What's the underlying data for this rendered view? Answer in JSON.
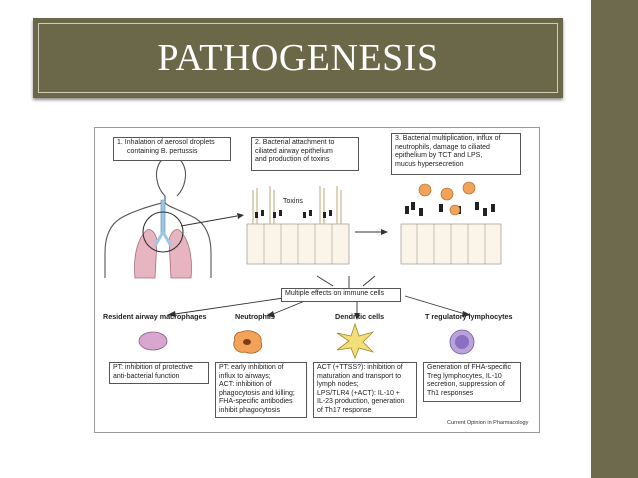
{
  "slide": {
    "title": "PATHOGENESIS"
  },
  "figure": {
    "steps": [
      {
        "lines": [
          "1. Inhalation of aerosol droplets",
          "containing B. pertussis"
        ]
      },
      {
        "lines": [
          "2. Bacterial attachment to",
          "ciliated airway epithelium",
          "and production of toxins"
        ]
      },
      {
        "lines": [
          "3. Bacterial multiplication, influx of",
          "neutrophils, damage to ciliated",
          "epithelium by TCT and LPS,",
          "mucus hypersecretion"
        ]
      }
    ],
    "toxins_label": "Toxins",
    "immune_label": "Multiple effects on immune cells",
    "cells": [
      {
        "name": "Resident airway macrophages",
        "lines": [
          "PT: inhibition of protective",
          "anti-bacterial function"
        ]
      },
      {
        "name": "Neutrophils",
        "lines": [
          "PT: early inhibition of",
          "influx to airways;",
          "ACT: inhibition of",
          "phagocytosis and killing;",
          "FHA-specific antibodies",
          "inhibit phagocytosis"
        ]
      },
      {
        "name": "Dendritic cells",
        "lines": [
          "ACT (+TTSS?): inhibition of",
          "maturation and transport to",
          "lymph nodes;",
          "LPS/TLR4 (+ACT): IL-10 +",
          "IL-23 production, generation",
          "of Th17 response"
        ]
      },
      {
        "name": "T regulatory lymphocytes",
        "lines": [
          "Generation of FHA-specific",
          "Treg lymphocytes, IL-10",
          "secretion, suppression of",
          "Th1 responses"
        ]
      }
    ],
    "credit": "Current Opinion in Pharmacology"
  },
  "colors": {
    "title_bar": "#6b6849",
    "right_bar": "#6e6a4d",
    "lung": "#e7b4c1",
    "trachea": "#9cc7e6",
    "macrophage": "#d9a6cf",
    "neutrophil": "#f1a35a",
    "dendritic": "#f2df7a",
    "treg": "#b9a3d9"
  }
}
